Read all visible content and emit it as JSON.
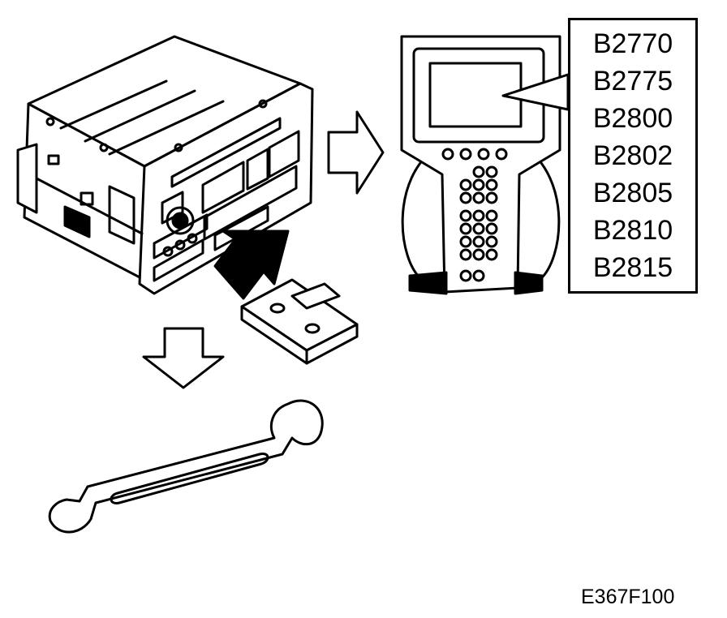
{
  "diagram": {
    "code_list": [
      "B2770",
      "B2775",
      "B2800",
      "B2802",
      "B2805",
      "B2810",
      "B2815"
    ],
    "figure_id": "E367F100"
  },
  "icons": {
    "radio": "radio-unit-icon",
    "scan_tool": "scan-tool-icon",
    "fuse": "fuse-icon",
    "wrench": "wrench-icon",
    "arrows": [
      "arrow-right-icon",
      "arrow-diagonal-icon",
      "arrow-down-icon"
    ]
  },
  "colors": {
    "line": "#000000",
    "background": "#ffffff"
  }
}
